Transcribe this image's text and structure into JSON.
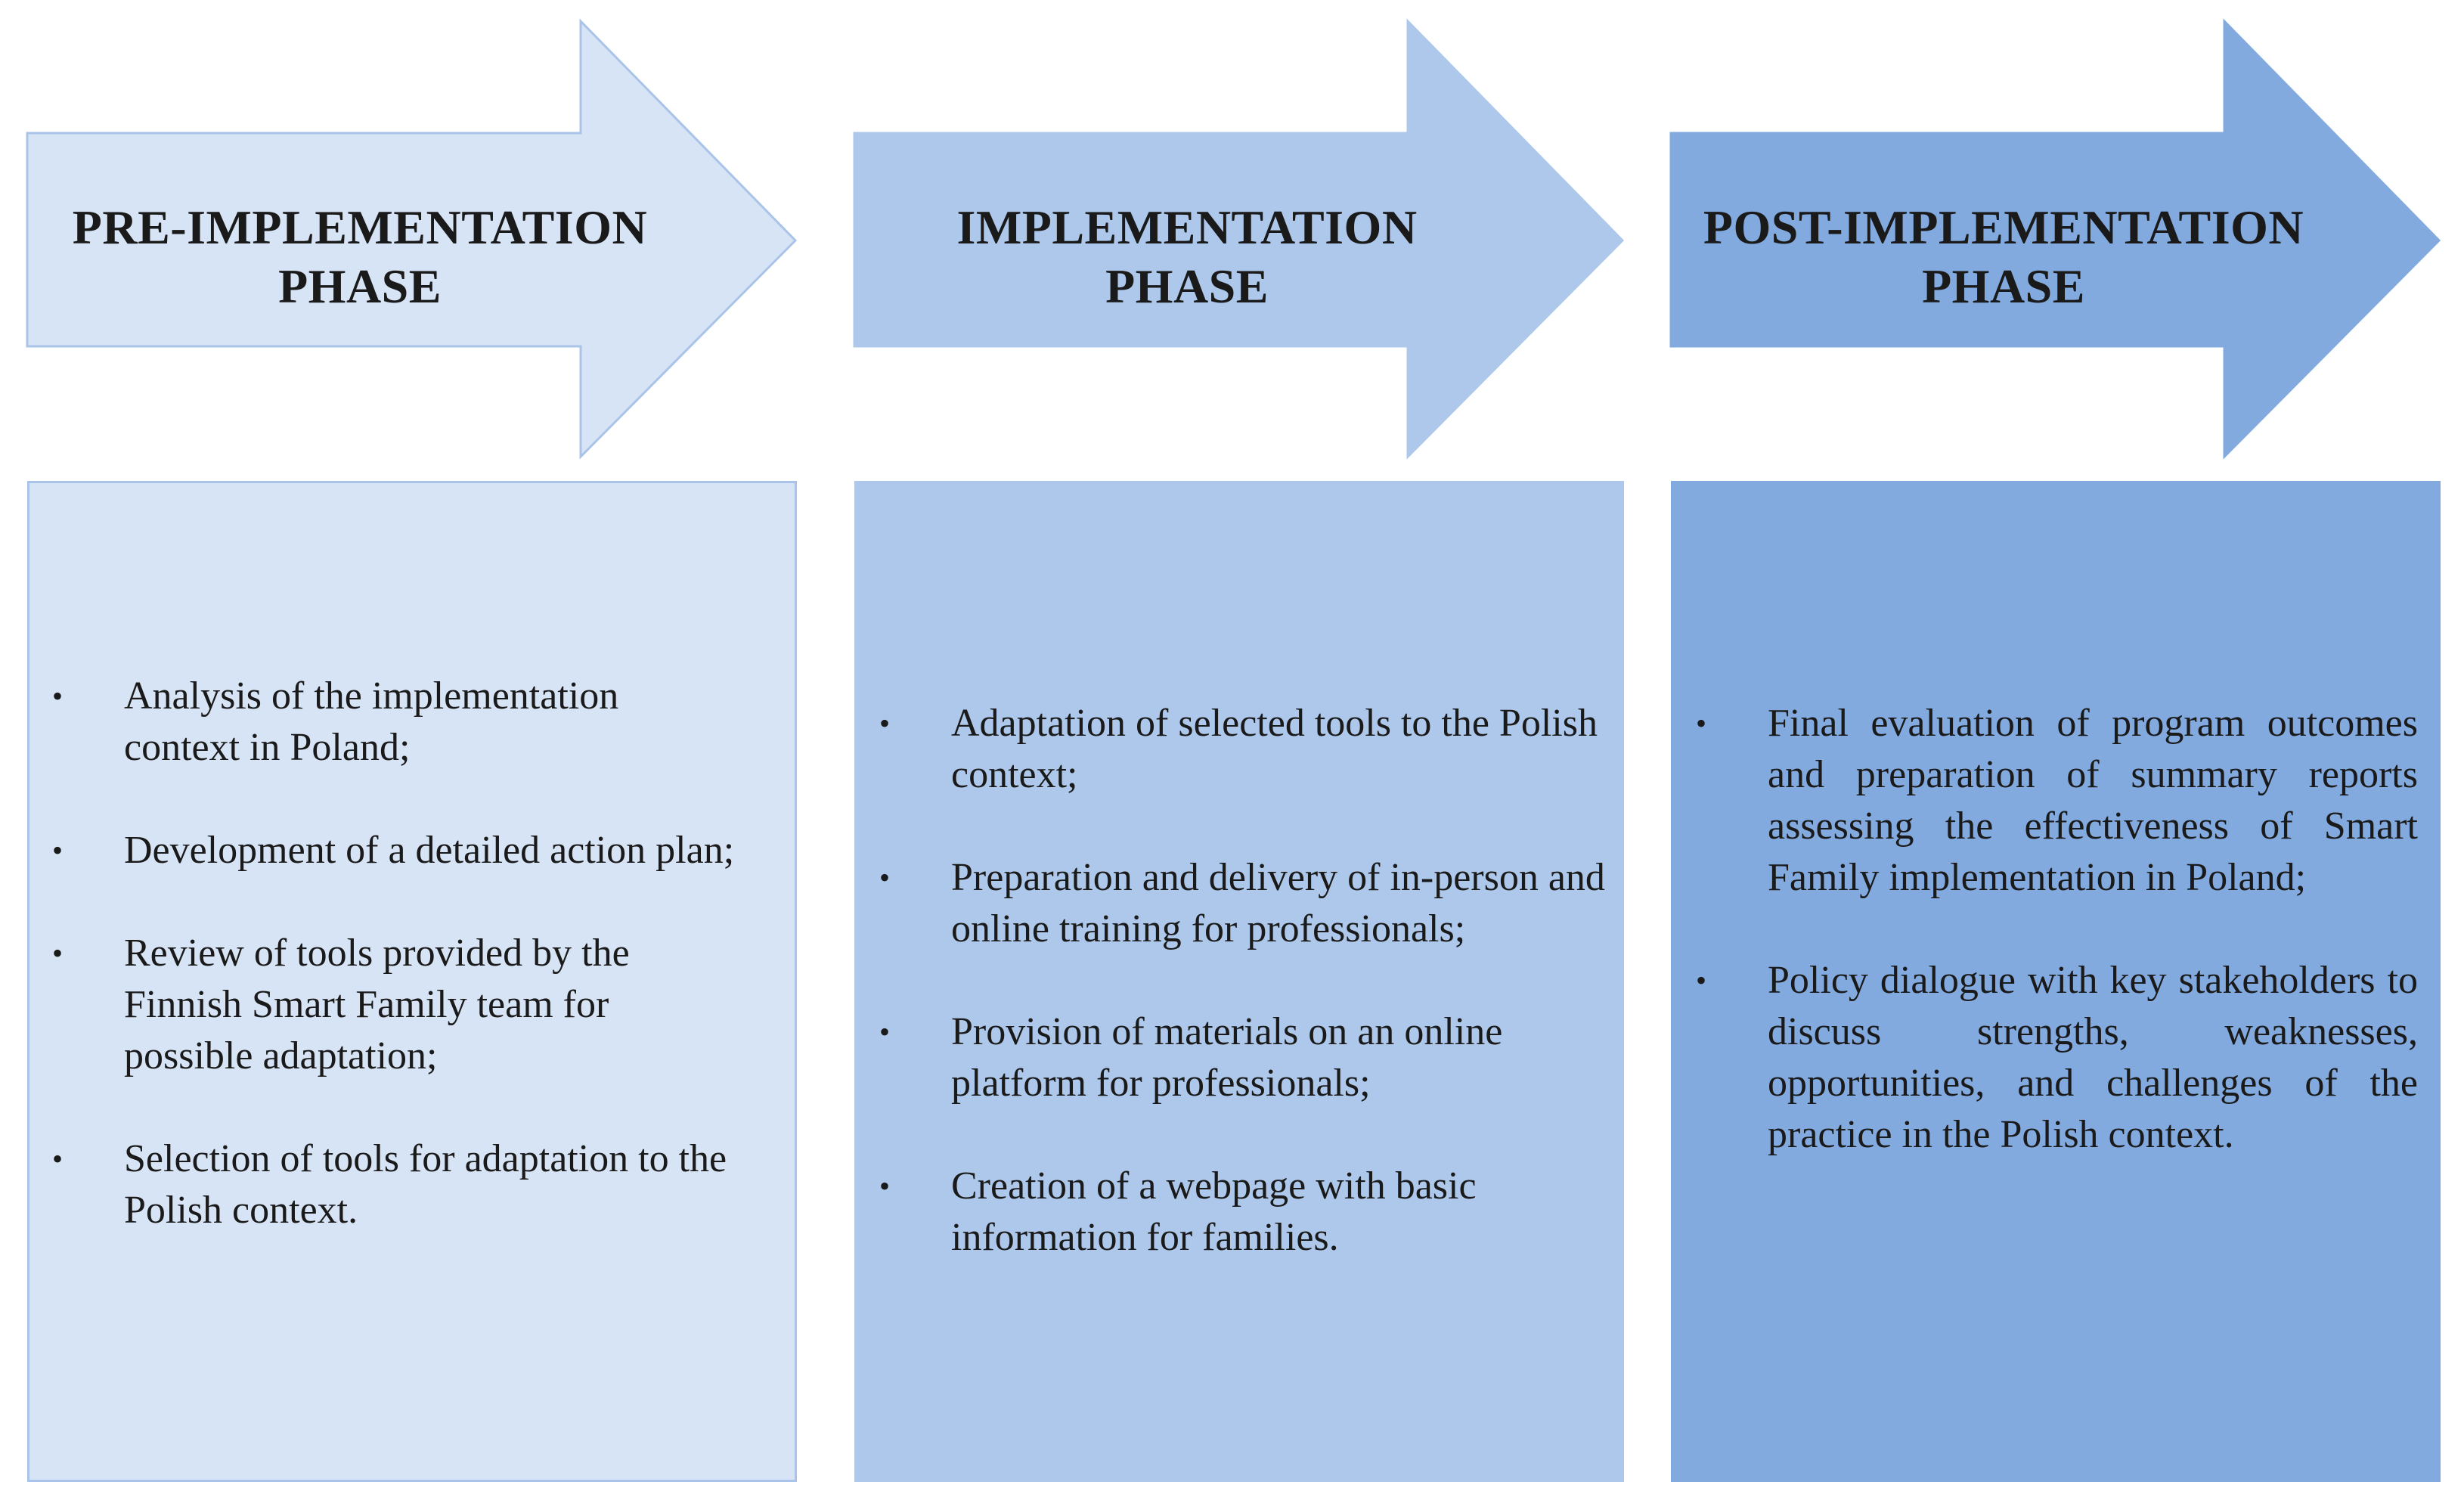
{
  "colors": {
    "phase1_fill": "#d7e4f5",
    "phase2_fill": "#adc8ea",
    "phase3_fill": "#82aadf",
    "border": "#a9c4e8"
  },
  "phases": [
    {
      "title_line1": "PRE-IMPLEMENTATION",
      "title_line2": "PHASE",
      "items": [
        "Analysis of the implementation context in Poland;",
        "Development of a detailed action plan;",
        "Review of tools provided by the Finnish Smart Family team for possible adaptation;",
        "Selection of tools for adaptation to the Polish context."
      ]
    },
    {
      "title_line1": "IMPLEMENTATION",
      "title_line2": "PHASE",
      "items": [
        "Adaptation of selected tools to the Polish context;",
        "Preparation and delivery of in-person and online training for professionals;",
        "Provision of materials on an online platform for professionals;",
        "Creation of a webpage with basic information for families."
      ]
    },
    {
      "title_line1": "POST-IMPLEMENTATION",
      "title_line2": "PHASE",
      "items": [
        "Final evaluation of program outcomes and preparation of summary reports assessing the effectiveness of Smart Family implementation in Poland;",
        "Policy dialogue with key stakeholders to discuss strengths, weaknesses, opportunities, and challenges of the practice in the Polish context."
      ]
    }
  ],
  "bullet_symbol": "•"
}
